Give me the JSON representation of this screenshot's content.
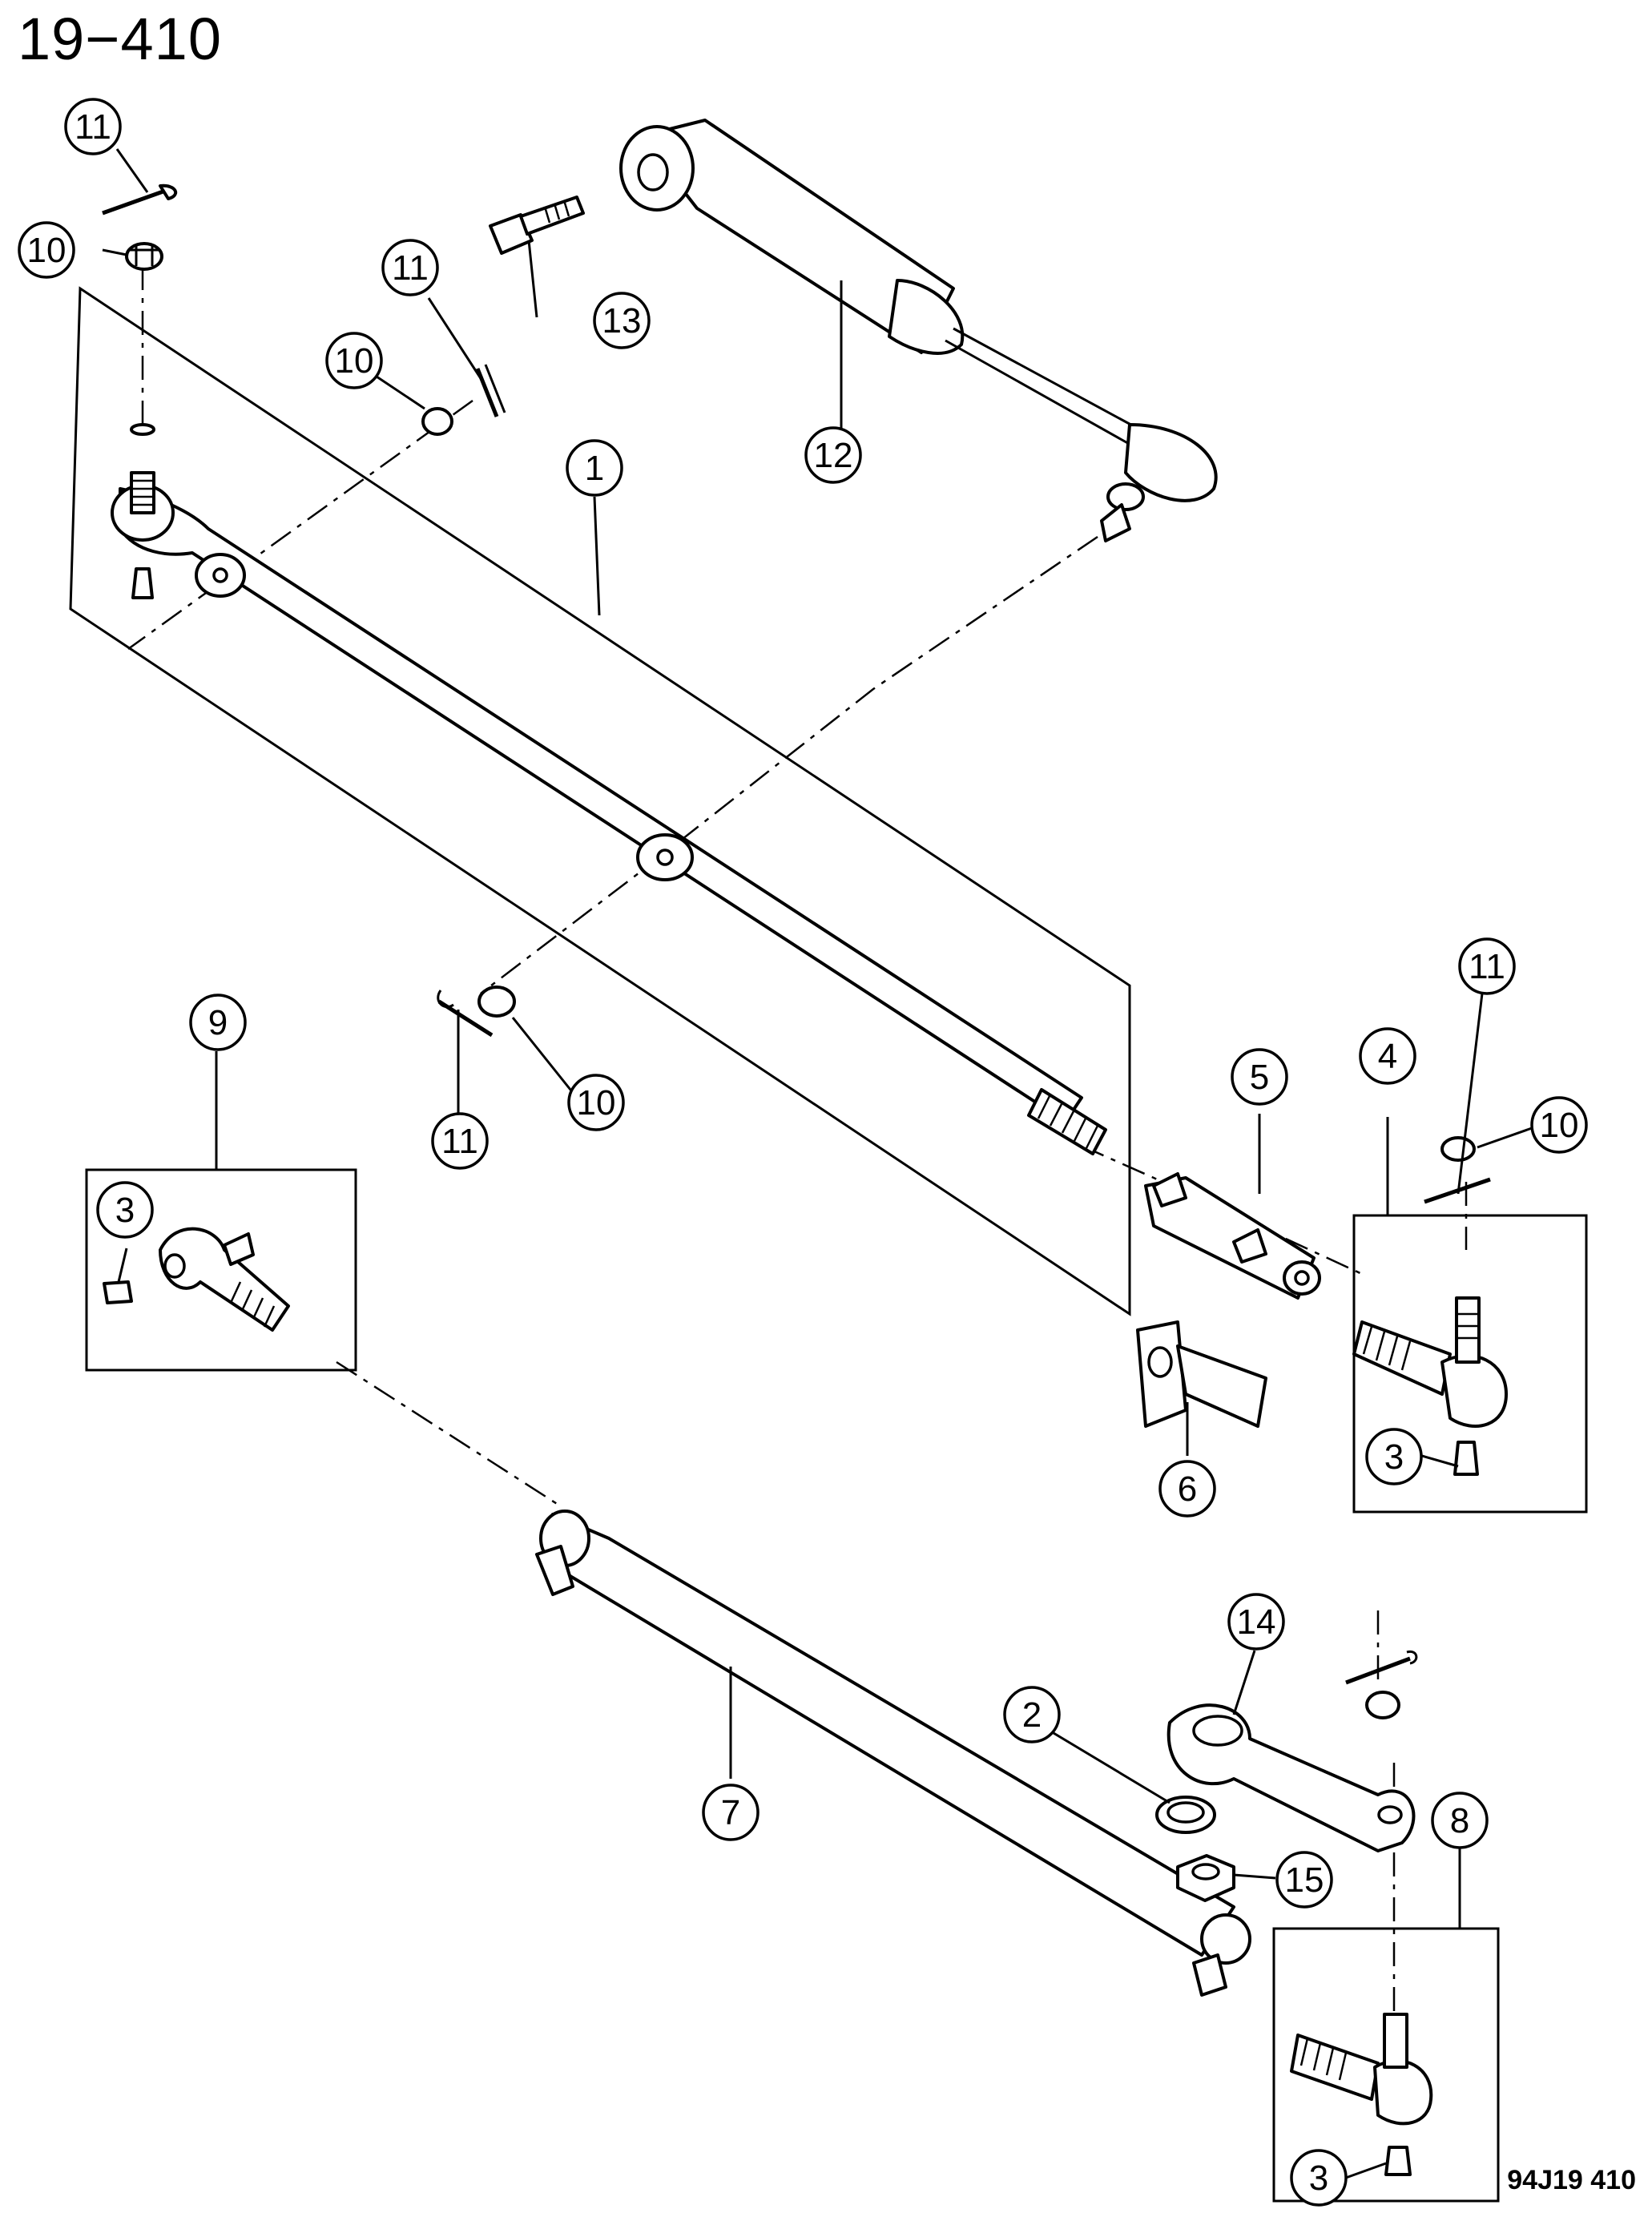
{
  "page_title": "19−410",
  "figure_id": "94J19  410",
  "colors": {
    "line": "#000000",
    "background": "#ffffff"
  },
  "callouts": [
    {
      "id": "c11a",
      "label": "11"
    },
    {
      "id": "c10a",
      "label": "10"
    },
    {
      "id": "c11b",
      "label": "11"
    },
    {
      "id": "c10b",
      "label": "10"
    },
    {
      "id": "c13",
      "label": "13"
    },
    {
      "id": "c12",
      "label": "12"
    },
    {
      "id": "c1",
      "label": "1"
    },
    {
      "id": "c9",
      "label": "9"
    },
    {
      "id": "c3a",
      "label": "3"
    },
    {
      "id": "c11c",
      "label": "11"
    },
    {
      "id": "c10c",
      "label": "10"
    },
    {
      "id": "c5",
      "label": "5"
    },
    {
      "id": "c4",
      "label": "4"
    },
    {
      "id": "c11d",
      "label": "11"
    },
    {
      "id": "c10d",
      "label": "10"
    },
    {
      "id": "c3b",
      "label": "3"
    },
    {
      "id": "c6",
      "label": "6"
    },
    {
      "id": "c14",
      "label": "14"
    },
    {
      "id": "c2",
      "label": "2"
    },
    {
      "id": "c7",
      "label": "7"
    },
    {
      "id": "c8",
      "label": "8"
    },
    {
      "id": "c15",
      "label": "15"
    },
    {
      "id": "c3c",
      "label": "3"
    }
  ]
}
